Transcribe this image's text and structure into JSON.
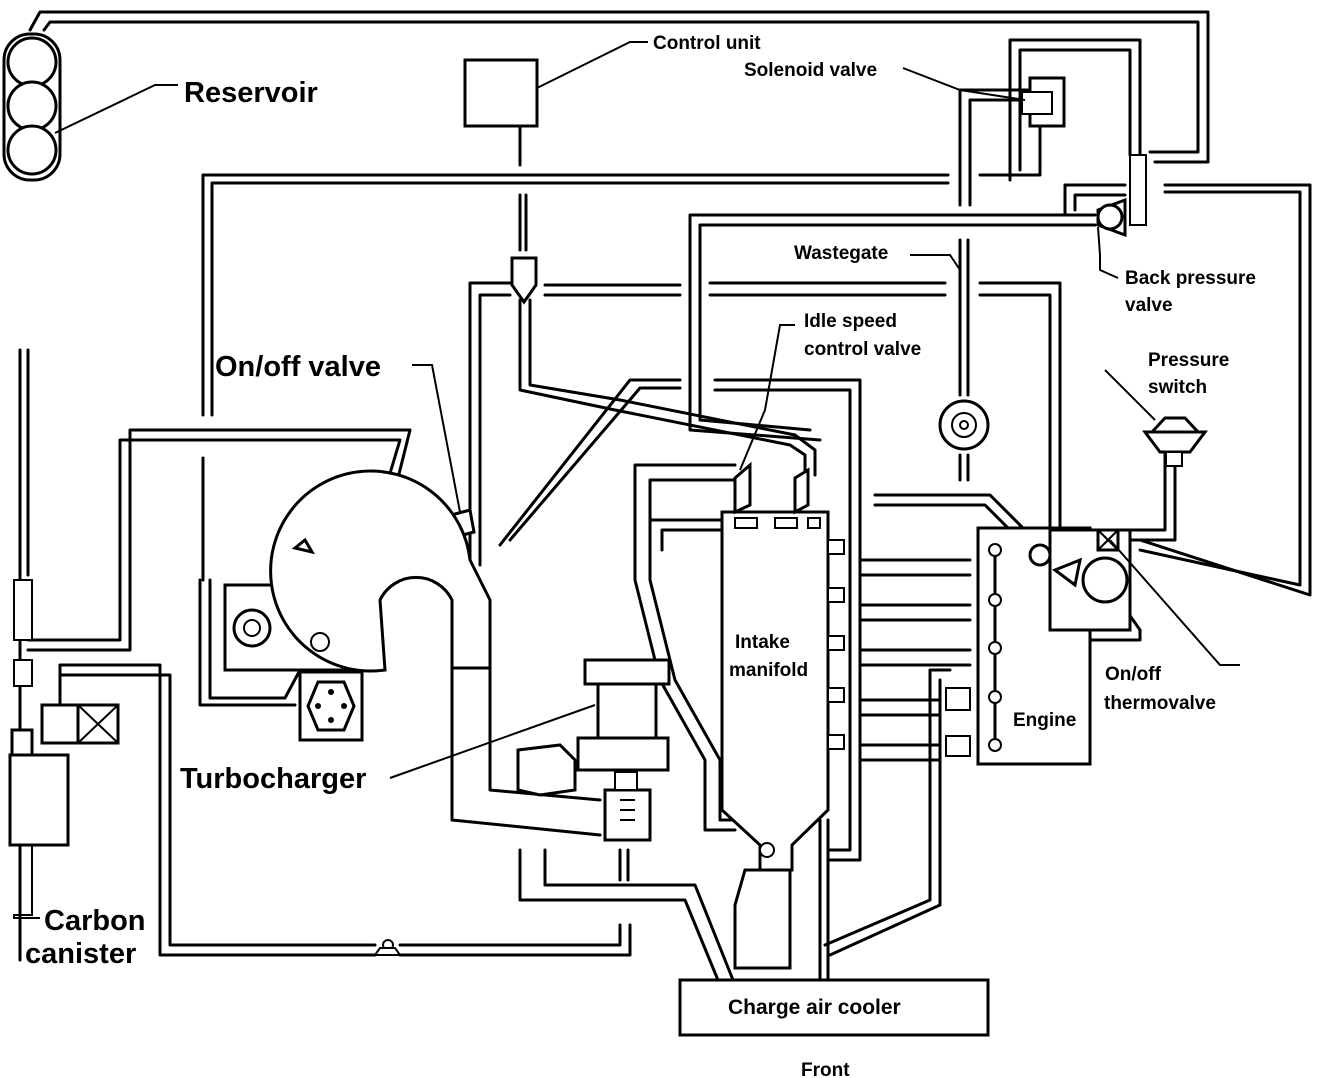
{
  "labels": {
    "reservoir": "Reservoir",
    "control_unit": "Control unit",
    "solenoid_valve": "Solenoid valve",
    "wastegate": "Wastegate",
    "back_pressure_line1": "Back pressure",
    "back_pressure_line2": "valve",
    "idle_speed_line1": "Idle speed",
    "idle_speed_line2": "control valve",
    "pressure_switch_line1": "Pressure",
    "pressure_switch_line2": "switch",
    "on_off_valve": "On/off valve",
    "intake_manifold_line1": "Intake",
    "intake_manifold_line2": "manifold",
    "engine": "Engine",
    "thermovalve_line1": "On/off",
    "thermovalve_line2": "thermovalve",
    "turbocharger": "Turbocharger",
    "carbon_canister_line1": "Carbon",
    "carbon_canister_line2": "canister",
    "charge_air_cooler": "Charge air cooler",
    "front": "Front"
  }
}
